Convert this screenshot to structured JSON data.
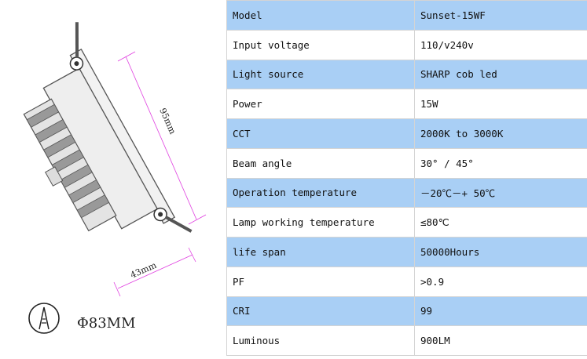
{
  "drawing": {
    "dim_height": "95mm",
    "dim_depth": "43mm",
    "diameter": "Φ83MM",
    "icon": "pen-nib-icon"
  },
  "colors": {
    "row_blue": "#a9cff5",
    "row_white": "#ffffff",
    "dim_line": "#e040e0"
  },
  "specs": [
    {
      "label": "Model",
      "value": "Sunset-15WF"
    },
    {
      "label": "Input voltage",
      "value": "110/v240v"
    },
    {
      "label": "Light source",
      "value": "SHARP cob led"
    },
    {
      "label": "Power",
      "value": "15W"
    },
    {
      "label": "CCT",
      "value": "2000K to 3000K"
    },
    {
      "label": "Beam angle",
      "value": "30° / 45°"
    },
    {
      "label": "Operation temperature",
      "value": "－20℃－+ 50℃"
    },
    {
      "label": "Lamp working temperature",
      "value": "≤80℃"
    },
    {
      "label": "life span",
      "value": "50000Hours"
    },
    {
      "label": "PF",
      "value": ">0.9"
    },
    {
      "label": "CRI",
      "value": "99"
    },
    {
      "label": "Luminous",
      "value": "900LM"
    }
  ]
}
